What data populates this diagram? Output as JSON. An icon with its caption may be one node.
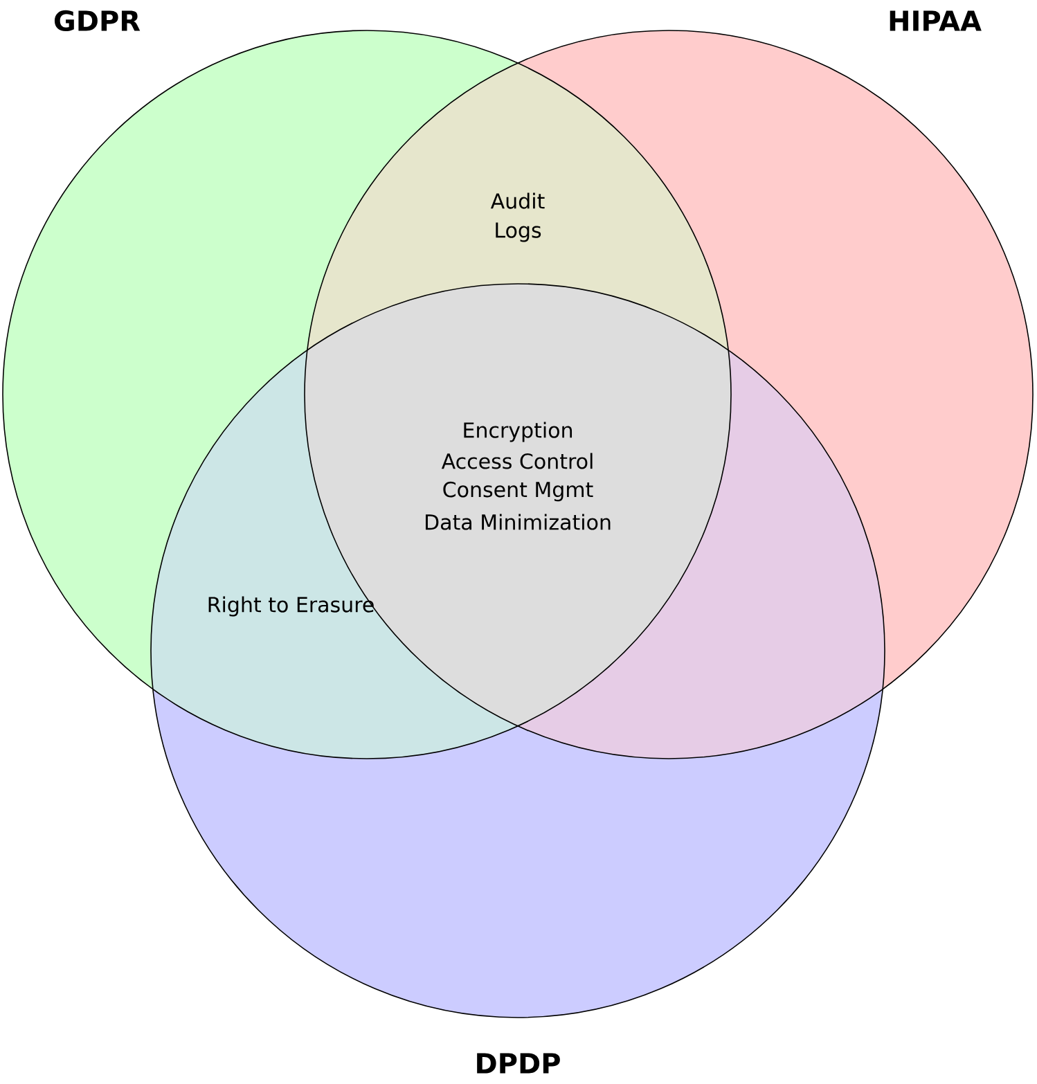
{
  "diagram": {
    "nodes": [
      {
        "text": [
          "GDPR"
        ]
      },
      {
        "text": [
          "HIPAA"
        ]
      },
      {
        "text": [
          "DPDP"
        ]
      }
    ],
    "labels": [
      "Audit Logs",
      "Encryption",
      "Access Control",
      "Consent Mgmt",
      "Data Minimization",
      "Right to Erasure"
    ]
  }
}
